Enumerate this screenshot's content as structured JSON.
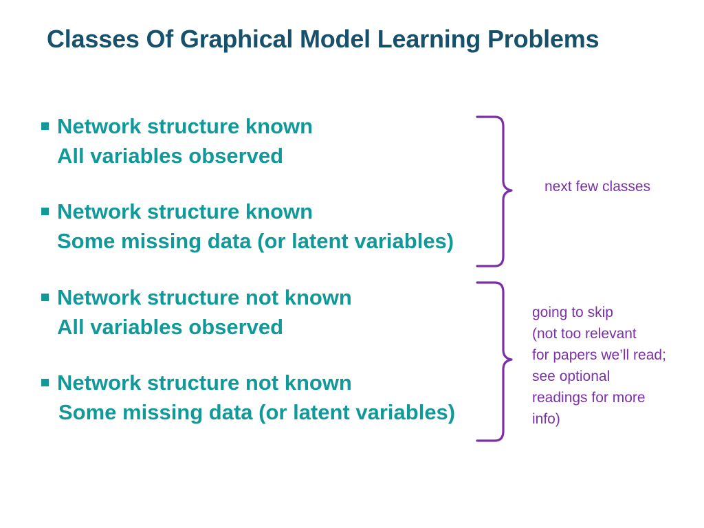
{
  "slide": {
    "title": "Classes Of Graphical Model Learning Problems",
    "background_color": "#FFFFFF",
    "colors": {
      "title": "#17506B",
      "bullet_text": "#119999",
      "annotation": "#7B2FA8",
      "brace": "#7B2FA8"
    }
  },
  "bullets": [
    {
      "marker": "square-bullet",
      "line1": "Network structure known",
      "line2": "All variables observed"
    },
    {
      "marker": "square-bullet",
      "line1": "Network structure known",
      "line2": "Some missing data (or latent variables)"
    },
    {
      "marker": "square-bullet",
      "line1": "Network structure not known",
      "line2": "All variables observed"
    },
    {
      "marker": "square-bullet",
      "line1": "Network structure not known",
      "line2": "Some missing data (or latent variables)"
    }
  ],
  "annotations": {
    "top": {
      "icon": "curly-brace-icon",
      "text": "next few classes"
    },
    "bottom": {
      "icon": "curly-brace-icon",
      "lines": [
        "going to skip",
        "(not too relevant",
        "for papers we’ll read;",
        "see optional",
        "readings for more",
        "info)"
      ]
    }
  }
}
